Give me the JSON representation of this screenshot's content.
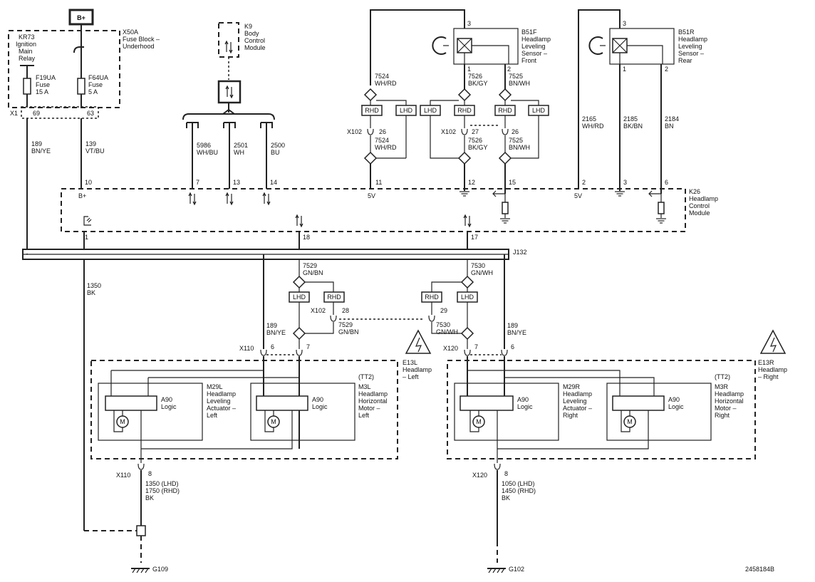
{
  "diagram_id": "2458184B",
  "power": {
    "bplus_box": "B+",
    "bplus_pin": "B+"
  },
  "fuse_block": {
    "name": "X50A",
    "desc1": "Fuse Block –",
    "desc2": "Underhood"
  },
  "relay": {
    "name": "KR73",
    "l1": "Ignition",
    "l2": "Main",
    "l3": "Relay"
  },
  "fuse1": {
    "name": "F19UA",
    "l1": "Fuse",
    "l2": "15 A"
  },
  "fuse2": {
    "name": "F64UA",
    "l1": "Fuse",
    "l2": "5 A"
  },
  "x1": {
    "name": "X1",
    "pin_a": "69",
    "pin_b": "63"
  },
  "k9": {
    "name": "K9",
    "l1": "Body",
    "l2": "Control",
    "l3": "Module"
  },
  "wires": {
    "w189": {
      "num": "189",
      "color": "BN/YE"
    },
    "w139": {
      "num": "139",
      "color": "VT/BU"
    },
    "w5986": {
      "num": "5986",
      "color": "WH/BU"
    },
    "w2501": {
      "num": "2501",
      "color": "WH"
    },
    "w2500": {
      "num": "2500",
      "color": "BU"
    },
    "w7524": {
      "num": "7524",
      "color": "WH/RD"
    },
    "w7526": {
      "num": "7526",
      "color": "BK/GY"
    },
    "w7525": {
      "num": "7525",
      "color": "BN/WH"
    },
    "w2165": {
      "num": "2165",
      "color": "WH/RD"
    },
    "w2185": {
      "num": "2185",
      "color": "BK/BN"
    },
    "w2184": {
      "num": "2184",
      "color": "BN"
    },
    "w1350": {
      "num": "1350",
      "color": "BK"
    },
    "w7529": {
      "num": "7529",
      "color": "GN/BN"
    },
    "w7530": {
      "num": "7530",
      "color": "GN/WH"
    },
    "wgl1": "1350 (LHD)",
    "wgl2": "1750 (RHD)",
    "wgl3": "BK",
    "wgr1": "1050 (LHD)",
    "wgr2": "1450 (RHD)",
    "wgr3": "BK"
  },
  "sensor_front": {
    "name": "B51F",
    "l1": "Headlamp",
    "l2": "Leveling",
    "l3": "Sensor –",
    "l4": "Front",
    "pin_top": "3",
    "pin1": "1",
    "pin2": "2"
  },
  "sensor_rear": {
    "name": "B51R",
    "l1": "Headlamp",
    "l2": "Leveling",
    "l3": "Sensor –",
    "l4": "Rear",
    "pin_top": "3",
    "pin1": "1",
    "pin2": "2"
  },
  "x102": {
    "name": "X102",
    "p26": "26",
    "p27": "27",
    "p28": "28",
    "p29": "29"
  },
  "opt": {
    "rhd": "RHD",
    "lhd": "LHD"
  },
  "k26": {
    "name": "K26",
    "l1": "Headlamp",
    "l2": "Control",
    "l3": "Module",
    "pins": [
      "10",
      "7",
      "13",
      "14",
      "11",
      "12",
      "15",
      "2",
      "3",
      "6",
      "1",
      "18",
      "17"
    ],
    "v5": "5V"
  },
  "j132": "J132",
  "left_lamp": {
    "conn": "X110",
    "p6": "6",
    "p7": "7",
    "p8": "8",
    "name": "E13L",
    "l1": "Headlamp",
    "l2": "– Left",
    "act": {
      "name": "M29L",
      "l1": "Headlamp",
      "l2": "Leveling",
      "l3": "Actuator –",
      "l4": "Left"
    },
    "mot": {
      "tt": "(TT2)",
      "name": "M3L",
      "l1": "Headlamp",
      "l2": "Horizontal",
      "l3": "Motor –",
      "l4": "Left"
    },
    "logic": {
      "a": "A90",
      "b": "Logic"
    }
  },
  "right_lamp": {
    "conn": "X120",
    "p6": "6",
    "p7": "7",
    "p8": "8",
    "name": "E13R",
    "l1": "Headlamp",
    "l2": "– Right",
    "act": {
      "name": "M29R",
      "l1": "Headlamp",
      "l2": "Leveling",
      "l3": "Actuator –",
      "l4": "Right"
    },
    "mot": {
      "tt": "(TT2)",
      "name": "M3R",
      "l1": "Headlamp",
      "l2": "Horizontal",
      "l3": "Motor –",
      "l4": "Right"
    },
    "logic": {
      "a": "A90",
      "b": "Logic"
    }
  },
  "motor_symbol": "M",
  "grounds": {
    "g1": "G109",
    "g2": "G102"
  }
}
